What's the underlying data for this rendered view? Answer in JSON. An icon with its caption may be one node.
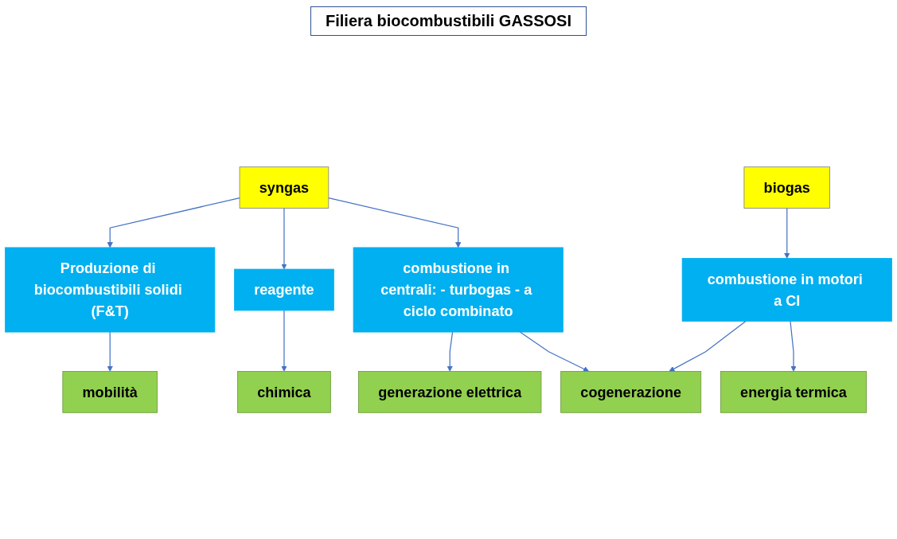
{
  "diagram": {
    "title": "Filiera biocombustibili GASSOSI",
    "nodes": [
      {
        "text": [
          "syngas"
        ]
      },
      {
        "text": [
          "biogas"
        ]
      },
      {
        "text": [
          "combustione in centrali: - turbogas - a ciclo combinato"
        ]
      },
      {
        "text": [
          "reagente"
        ]
      },
      {
        "text": [
          "Produzione di biocombustibili solidi (F&T)"
        ]
      },
      {
        "text": [
          "combustione in motori a CI"
        ]
      },
      {
        "text": [
          "chimica"
        ]
      },
      {
        "text": [
          "mobilità"
        ]
      },
      {
        "text": [
          "energia termica"
        ]
      },
      {
        "text": [
          "cogenerazione"
        ]
      },
      {
        "text": [
          "generazione elettrica"
        ]
      }
    ],
    "edges": [
      {
        "from": 0,
        "to": 2,
        "arrow": "to"
      },
      {
        "from": 0,
        "to": 3,
        "arrow": "to"
      },
      {
        "from": 0,
        "to": 4,
        "arrow": "to"
      },
      {
        "from": 1,
        "to": 5,
        "arrow": "to"
      },
      {
        "from": 2,
        "to": 10,
        "arrow": "to"
      },
      {
        "from": 2,
        "to": 9,
        "arrow": "to"
      },
      {
        "from": 3,
        "to": 6,
        "arrow": "to"
      },
      {
        "from": 4,
        "to": 7,
        "arrow": "to"
      },
      {
        "from": 5,
        "to": 8,
        "arrow": "to"
      },
      {
        "from": 5,
        "to": 9,
        "arrow": "to"
      }
    ]
  }
}
